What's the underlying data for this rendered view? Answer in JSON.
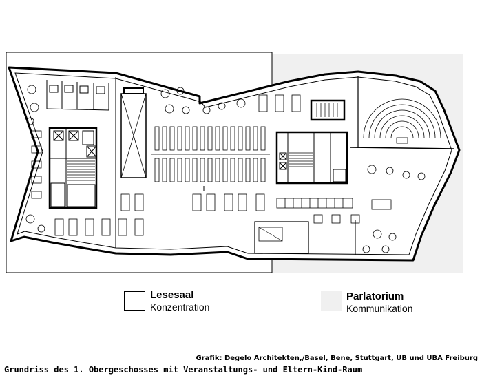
{
  "legend": [
    {
      "title": "Lesesaal",
      "subtitle": "Konzentration",
      "fill": "#ffffff",
      "stroke": "#000000"
    },
    {
      "title": "Parlatorium",
      "subtitle": "Kommunikation",
      "fill": "#f0f0f0",
      "stroke": "none"
    }
  ],
  "credit": "Grafik: Degelo Architekten,/Basel, Bene, Stuttgart, UB und UBA Freiburg",
  "caption": "Grundriss des 1. Obergeschosses mit Veranstaltungs- und Eltern-Kind-Raum",
  "colors": {
    "line": "#000000",
    "parlatorium_shade": "#f0f0f0",
    "background": "#ffffff"
  }
}
